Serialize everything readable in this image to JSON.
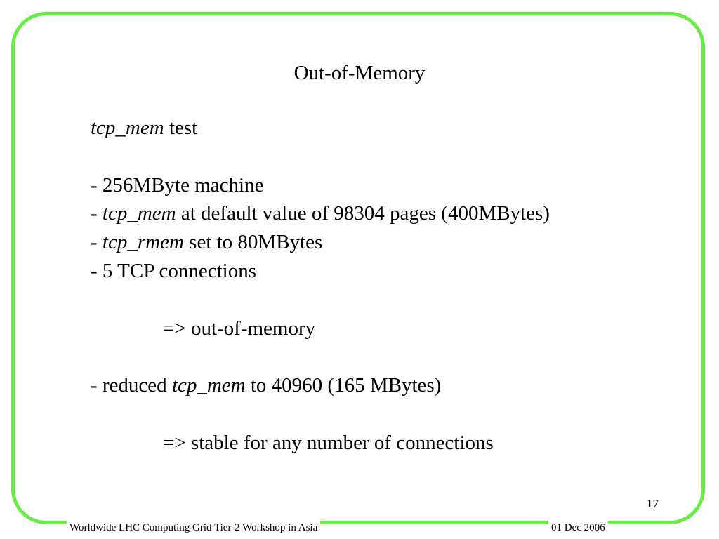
{
  "slide": {
    "title": "Out-of-Memory",
    "heading": {
      "italic": "tcp_mem",
      "rest": " test"
    },
    "bullets": [
      {
        "prefix": "- ",
        "italic": "",
        "rest": "256MByte machine"
      },
      {
        "prefix": "- ",
        "italic": "tcp_mem",
        "rest": " at default value of 98304 pages (400MBytes)"
      },
      {
        "prefix": "- ",
        "italic": "tcp_rmem",
        "rest": " set to 80MBytes"
      },
      {
        "prefix": "- ",
        "italic": "",
        "rest": "5 TCP connections"
      }
    ],
    "result_1": "=> out-of-memory",
    "reduced": {
      "prefix": "- reduced ",
      "italic": "tcp_mem",
      "rest": " to 40960 (165 MBytes)"
    },
    "result_2": "=> stable for any number of connections",
    "page_number": "17"
  },
  "footer": {
    "left": "Worldwide LHC Computing Grid Tier-2 Workshop in Asia",
    "right": "01 Dec 2006"
  },
  "colors": {
    "frame": "#66ee44",
    "background": "#ffffff",
    "text": "#000000"
  }
}
